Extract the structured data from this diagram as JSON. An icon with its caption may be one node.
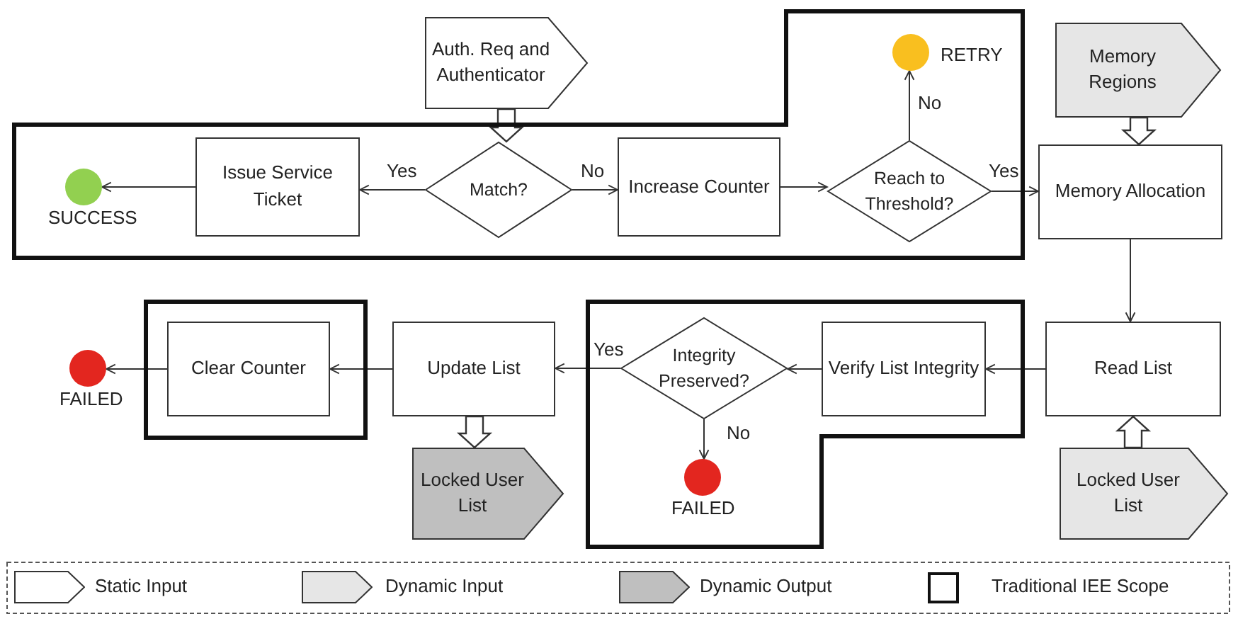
{
  "diagram": {
    "nodes": [
      {
        "text": [],
        "shape": "box"
      },
      {
        "text": [
          "Auth. Req and Authenticator"
        ]
      },
      {
        "text": [],
        "shape": "circle",
        "beside": [
          "RETRY"
        ],
        "in": 0
      },
      {
        "text": [
          "Memory Regions"
        ]
      },
      {
        "text": [],
        "shape": "circle",
        "beside": [
          "SUCCESS"
        ],
        "in": 0
      },
      {
        "text": [
          "Issue Service Ticket"
        ],
        "in": 0
      },
      {
        "text": [
          "Match?"
        ],
        "in": 0
      },
      {
        "text": [
          "Increase Counter"
        ],
        "in": 0
      },
      {
        "text": [
          "Reach to Threshold?"
        ],
        "in": 0
      },
      {
        "text": [
          "Memory Allocation"
        ]
      },
      {
        "text": [],
        "shape": "box"
      },
      {
        "text": [],
        "shape": "circle",
        "beside": [
          "FAILED"
        ]
      },
      {
        "text": [
          "Clear Counter"
        ],
        "in": 10
      },
      {
        "text": [
          "Update List"
        ]
      },
      {
        "text": [],
        "shape": "box"
      },
      {
        "text": [
          "Integrity Preserved?"
        ],
        "in": 14
      },
      {
        "text": [
          "Verify List Integrity"
        ],
        "in": 14
      },
      {
        "text": [
          "Read List"
        ]
      },
      {
        "text": [],
        "shape": "circle",
        "beside": [
          "FAILED"
        ],
        "in": 14
      },
      {
        "text": [
          "Locked User List"
        ]
      },
      {
        "text": [
          "Locked User List"
        ]
      }
    ],
    "edges": [
      {
        "from": 1,
        "to": 6,
        "arrow": "to",
        "style": "thick"
      },
      {
        "from": 6,
        "to": 5,
        "arrow": "to",
        "label": "Yes"
      },
      {
        "from": 5,
        "to": 4,
        "arrow": "to"
      },
      {
        "from": 6,
        "to": 7,
        "arrow": "to",
        "label": "No"
      },
      {
        "from": 7,
        "to": 8,
        "arrow": "to"
      },
      {
        "from": 8,
        "to": 2,
        "arrow": "to",
        "label": "No"
      },
      {
        "from": 8,
        "to": 9,
        "arrow": "to",
        "label": "Yes"
      },
      {
        "from": 3,
        "to": 9,
        "arrow": "to",
        "style": "thick"
      },
      {
        "from": 9,
        "to": 17,
        "arrow": "to"
      },
      {
        "from": 20,
        "to": 17,
        "arrow": "to",
        "style": "thick"
      },
      {
        "from": 17,
        "to": 16,
        "arrow": "to"
      },
      {
        "from": 16,
        "to": 15,
        "arrow": "to"
      },
      {
        "from": 15,
        "to": 13,
        "arrow": "to",
        "label": "Yes"
      },
      {
        "from": 15,
        "to": 18,
        "arrow": "to",
        "label": "No"
      },
      {
        "from": 13,
        "to": 12,
        "arrow": "to"
      },
      {
        "from": 12,
        "to": 11,
        "arrow": "to"
      },
      {
        "from": 13,
        "to": 19,
        "arrow": "to",
        "style": "thick"
      }
    ],
    "legend": [
      {
        "text": "Static Input"
      },
      {
        "text": "Dynamic Input"
      },
      {
        "text": "Dynamic Output"
      },
      {
        "text": "Traditional IEE Scope"
      }
    ]
  }
}
